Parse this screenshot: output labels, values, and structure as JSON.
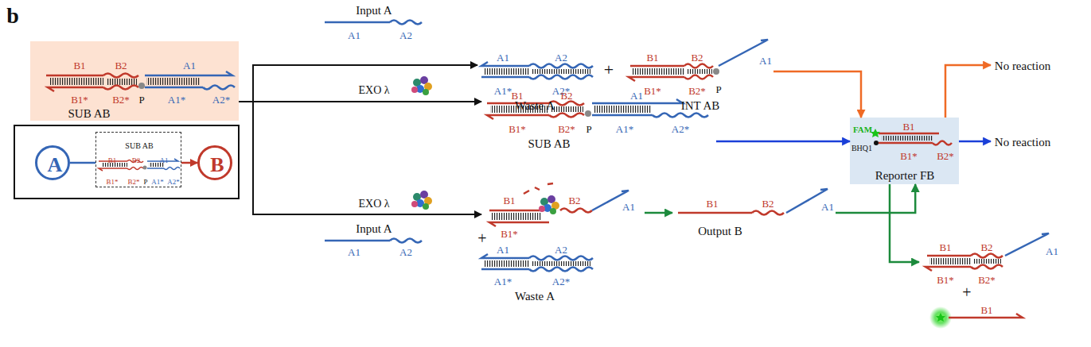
{
  "diagram": {
    "nodes": [
      {
        "text": [
          "B1",
          "B2",
          "A1",
          "B1*",
          "B2*",
          "P",
          "A1*",
          "A2*",
          "SUB AB"
        ]
      },
      {
        "text": [
          "A"
        ]
      },
      {
        "text": [
          "B1",
          "B2",
          "A1",
          "B1*",
          "B2*",
          "P",
          "A1*",
          "A2*",
          "SUB AB"
        ]
      },
      {
        "text": [
          "B"
        ]
      },
      {
        "text": [
          "Input A",
          "A1",
          "A2"
        ]
      },
      {
        "text": [
          "A1",
          "A2",
          "A1*",
          "A2*",
          "Waste A"
        ]
      },
      {
        "text": [
          "B1",
          "B2",
          "A1",
          "B1*",
          "B2*",
          "P",
          "INT AB"
        ]
      },
      {
        "text": [
          "B1",
          "B2",
          "A1",
          "B1*",
          "B2*",
          "P",
          "A1*",
          "A2*",
          "SUB AB"
        ]
      },
      {
        "text": [
          "FAM",
          "BHQ1",
          "B1",
          "B1*",
          "B2*",
          "Reporter FB"
        ]
      },
      {
        "text": [
          "No reaction"
        ]
      },
      {
        "text": [
          "No reaction"
        ]
      },
      {
        "text": [
          "B1",
          "B2",
          "A1",
          "B1*"
        ]
      },
      {
        "text": [
          "Input A",
          "A1",
          "A2"
        ]
      },
      {
        "text": [
          "A1",
          "A2",
          "A1*",
          "A2*",
          "Waste A"
        ]
      },
      {
        "text": [
          "B1",
          "B2",
          "A1",
          "Output B"
        ]
      },
      {
        "text": [
          "B1",
          "B2",
          "A1",
          "B1*",
          "B2*"
        ]
      },
      {
        "text": [
          "B1"
        ]
      }
    ],
    "edges": [
      {
        "from": 0,
        "to": 5,
        "arrow": "to"
      },
      {
        "from": 0,
        "to": 7,
        "arrow": "to"
      },
      {
        "from": 0,
        "to": 11,
        "arrow": "to"
      },
      {
        "from": 6,
        "to": 8,
        "arrow": "to"
      },
      {
        "from": 7,
        "to": 8,
        "arrow": "to"
      },
      {
        "from": 8,
        "to": 9,
        "arrow": "to"
      },
      {
        "from": 8,
        "to": 10,
        "arrow": "to"
      },
      {
        "from": 11,
        "to": 14,
        "arrow": "to"
      },
      {
        "from": 14,
        "to": 8,
        "arrow": "to"
      },
      {
        "from": 8,
        "to": 15,
        "arrow": "to"
      },
      {
        "from": 1,
        "to": 2,
        "arrow": "none"
      },
      {
        "from": 2,
        "to": 3,
        "arrow": "to"
      }
    ],
    "labels": [
      "b",
      "EXO λ",
      "EXO λ",
      "+",
      "+",
      "+"
    ]
  }
}
